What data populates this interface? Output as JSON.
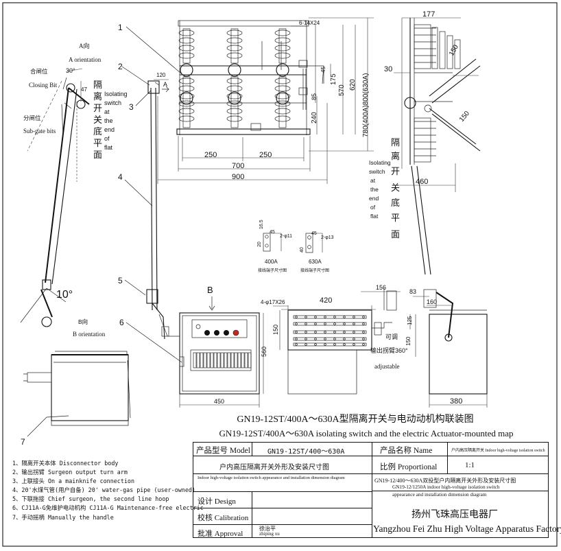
{
  "drawing": {
    "main_title_cn": "GN19-12ST/400A～630A型隔离开关与电动动机构联装图",
    "main_title_en": "GN19-12ST/400A～630A isolating switch and the electric Actuator-mounted map",
    "labels": {
      "a_orientation_cn": "A向",
      "a_orientation_en": "A orientation",
      "closing_bit_cn": "合闸位",
      "closing_bit_en": "Closing Bit",
      "sub_gate_cn": "分闸位",
      "sub_gate_en": "Sub-gate bits",
      "flat_cn_left": [
        "隔",
        "离",
        "开",
        "关",
        "底",
        "平",
        "面"
      ],
      "isolating_note_left": [
        "Isolating",
        "switch",
        "at",
        "the",
        "end",
        "of",
        "flat"
      ],
      "isolating_note_right": [
        "Isolating",
        "switch",
        "at",
        "the",
        "end",
        "of",
        "flat"
      ],
      "flat_cn_right": [
        "隔",
        "离",
        "开",
        "关",
        "底",
        "平",
        "面"
      ],
      "b_orientation_cn": "B向",
      "b_orientation_en": "B orientation",
      "b_marker": "B",
      "a_marker": "A",
      "adjustable_cn": "可调",
      "output_crank_cn": "输出拐臂360°",
      "adjustable_en": "adjustable",
      "terminal_400a": "400A",
      "terminal_630a": "630A",
      "terminal_caption": "接线端子尺寸图",
      "hole_spec_400": "2-φ11",
      "hole_spec_630": "2-φ13",
      "hole_spec_top": "6-14X24",
      "hole_spec_mid": "4-φ17X26"
    },
    "callouts": [
      "1",
      "2",
      "3",
      "4",
      "5",
      "6",
      "7"
    ],
    "dimensions": {
      "d177": "177",
      "d150a": "150",
      "d30": "30",
      "d150b": "150",
      "d460": "460",
      "d120": "120",
      "d47": "47",
      "d30deg": "30°",
      "d10deg": "10°",
      "d175": "175",
      "d570": "570",
      "d620": "620",
      "d85": "85",
      "d240": "240",
      "d780": "780(400A)800(630A)",
      "d250a": "250",
      "d250b": "250",
      "d700": "700",
      "d900": "900",
      "d16_5": "16.5",
      "d20": "20",
      "d45a": "45",
      "d40": "40",
      "d45b": "45",
      "d156": "156",
      "d420": "420",
      "d150c": "150",
      "d125": "125",
      "d83": "83",
      "d160": "160",
      "d560": "560",
      "d450": "450",
      "d380": "380"
    }
  },
  "legend": [
    "1、隔离开关本体 Disconnector body",
    "2、输出拐臂 Surgeon output turn arm",
    "3、上联接头 On a mainknife connection",
    "4、20'水煤气管(用户自备) 20' water-gas pipe (user-owned)",
    "5、下联拖接 Chief surgeon, the second line hoop",
    "6、CJ11A-G免维护电动机构 CJ11A-G Maintenance-free electric",
    "7、手动摇柄 Manually the handle"
  ],
  "title_block": {
    "model_label": "产品型号 Model",
    "model_value": "GN19-12ST/400～630A",
    "name_label": "产品名称 Name",
    "name_value": "户内高压隔离开关 Indoor high-voltage isolation switch",
    "desc_cn": "户内高压隔离开关外形及安装尺寸图",
    "desc_en": "Indoor high-voltage isolation switch appearance and installation dimension diagram",
    "scale_label": "比例 Proportional",
    "scale_value": "1:1",
    "design_label": "设计 Design",
    "calibration_label": "校核 Calibration",
    "approval_label": "批准 Approval",
    "approver_cn": "徐治平",
    "approver_en": "zhiping xu",
    "right_desc_1": "GN19-12/400～630A双投型户内隔离开关外形及安装尺寸图",
    "right_desc_2": "GN19-12/1250A indoor high-voltage isolation switch",
    "right_desc_3": "appearance and installation dimension diagram",
    "company_cn": "扬州飞珠高压电器厂",
    "company_en": "Yangzhou Fei Zhu High Voltage Apparatus Factory"
  }
}
